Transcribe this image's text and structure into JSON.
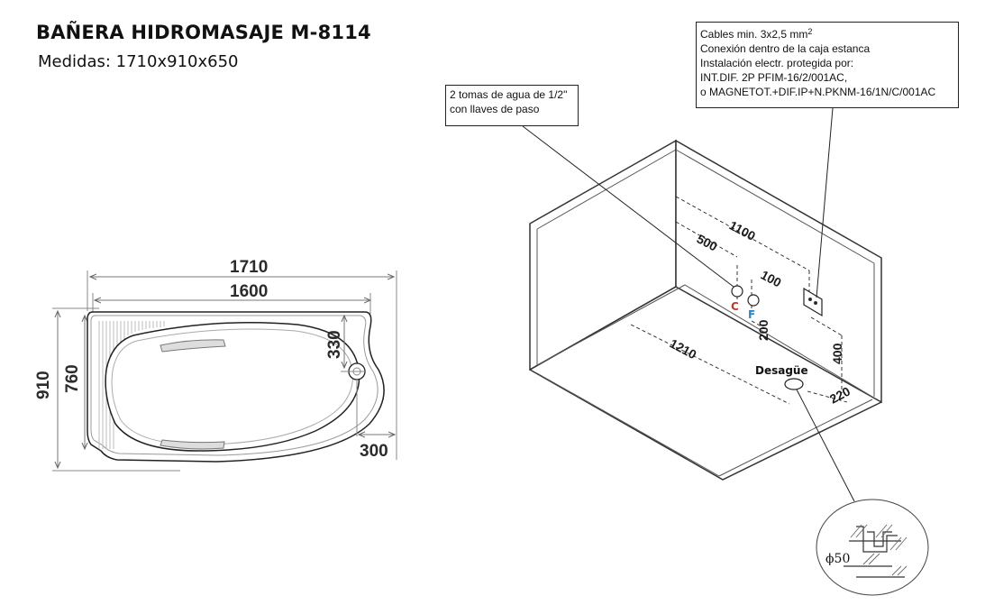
{
  "header": {
    "title": "BAÑERA HIDROMASAJE M-8114",
    "subtitle": "Medidas: 1710x910x650"
  },
  "tub_plan": {
    "dims": {
      "total_length": "1710",
      "inner_length": "1600",
      "total_width": "910",
      "inner_width": "760",
      "drain_offset_y": "330",
      "drain_offset_x": "300"
    }
  },
  "notes": {
    "water": [
      "2 tomas de agua de 1/2\"",
      "con llaves de paso"
    ],
    "electrical": {
      "line1_text": "Cables min. 3x2,5",
      "line1_unit": "mm",
      "line1_sup": "2",
      "lines": [
        "Conexión dentro de la caja estanca",
        "Instalación electr. protegida por:",
        "INT.DIF. 2P PFIM-16/2/001AC,",
        "o MAGNETOT.+DIF.IP+N.PKNM-16/1N/C/001AC"
      ]
    }
  },
  "install_view": {
    "dims": {
      "d1100": "1100",
      "d500": "500",
      "d100": "100",
      "d200": "200",
      "d400": "400",
      "d1210": "1210",
      "d220": "220"
    },
    "labels": {
      "hot": "C",
      "cold": "F",
      "drain": "Desagüe"
    },
    "drain_detail": {
      "diameter": "ϕ50"
    }
  }
}
